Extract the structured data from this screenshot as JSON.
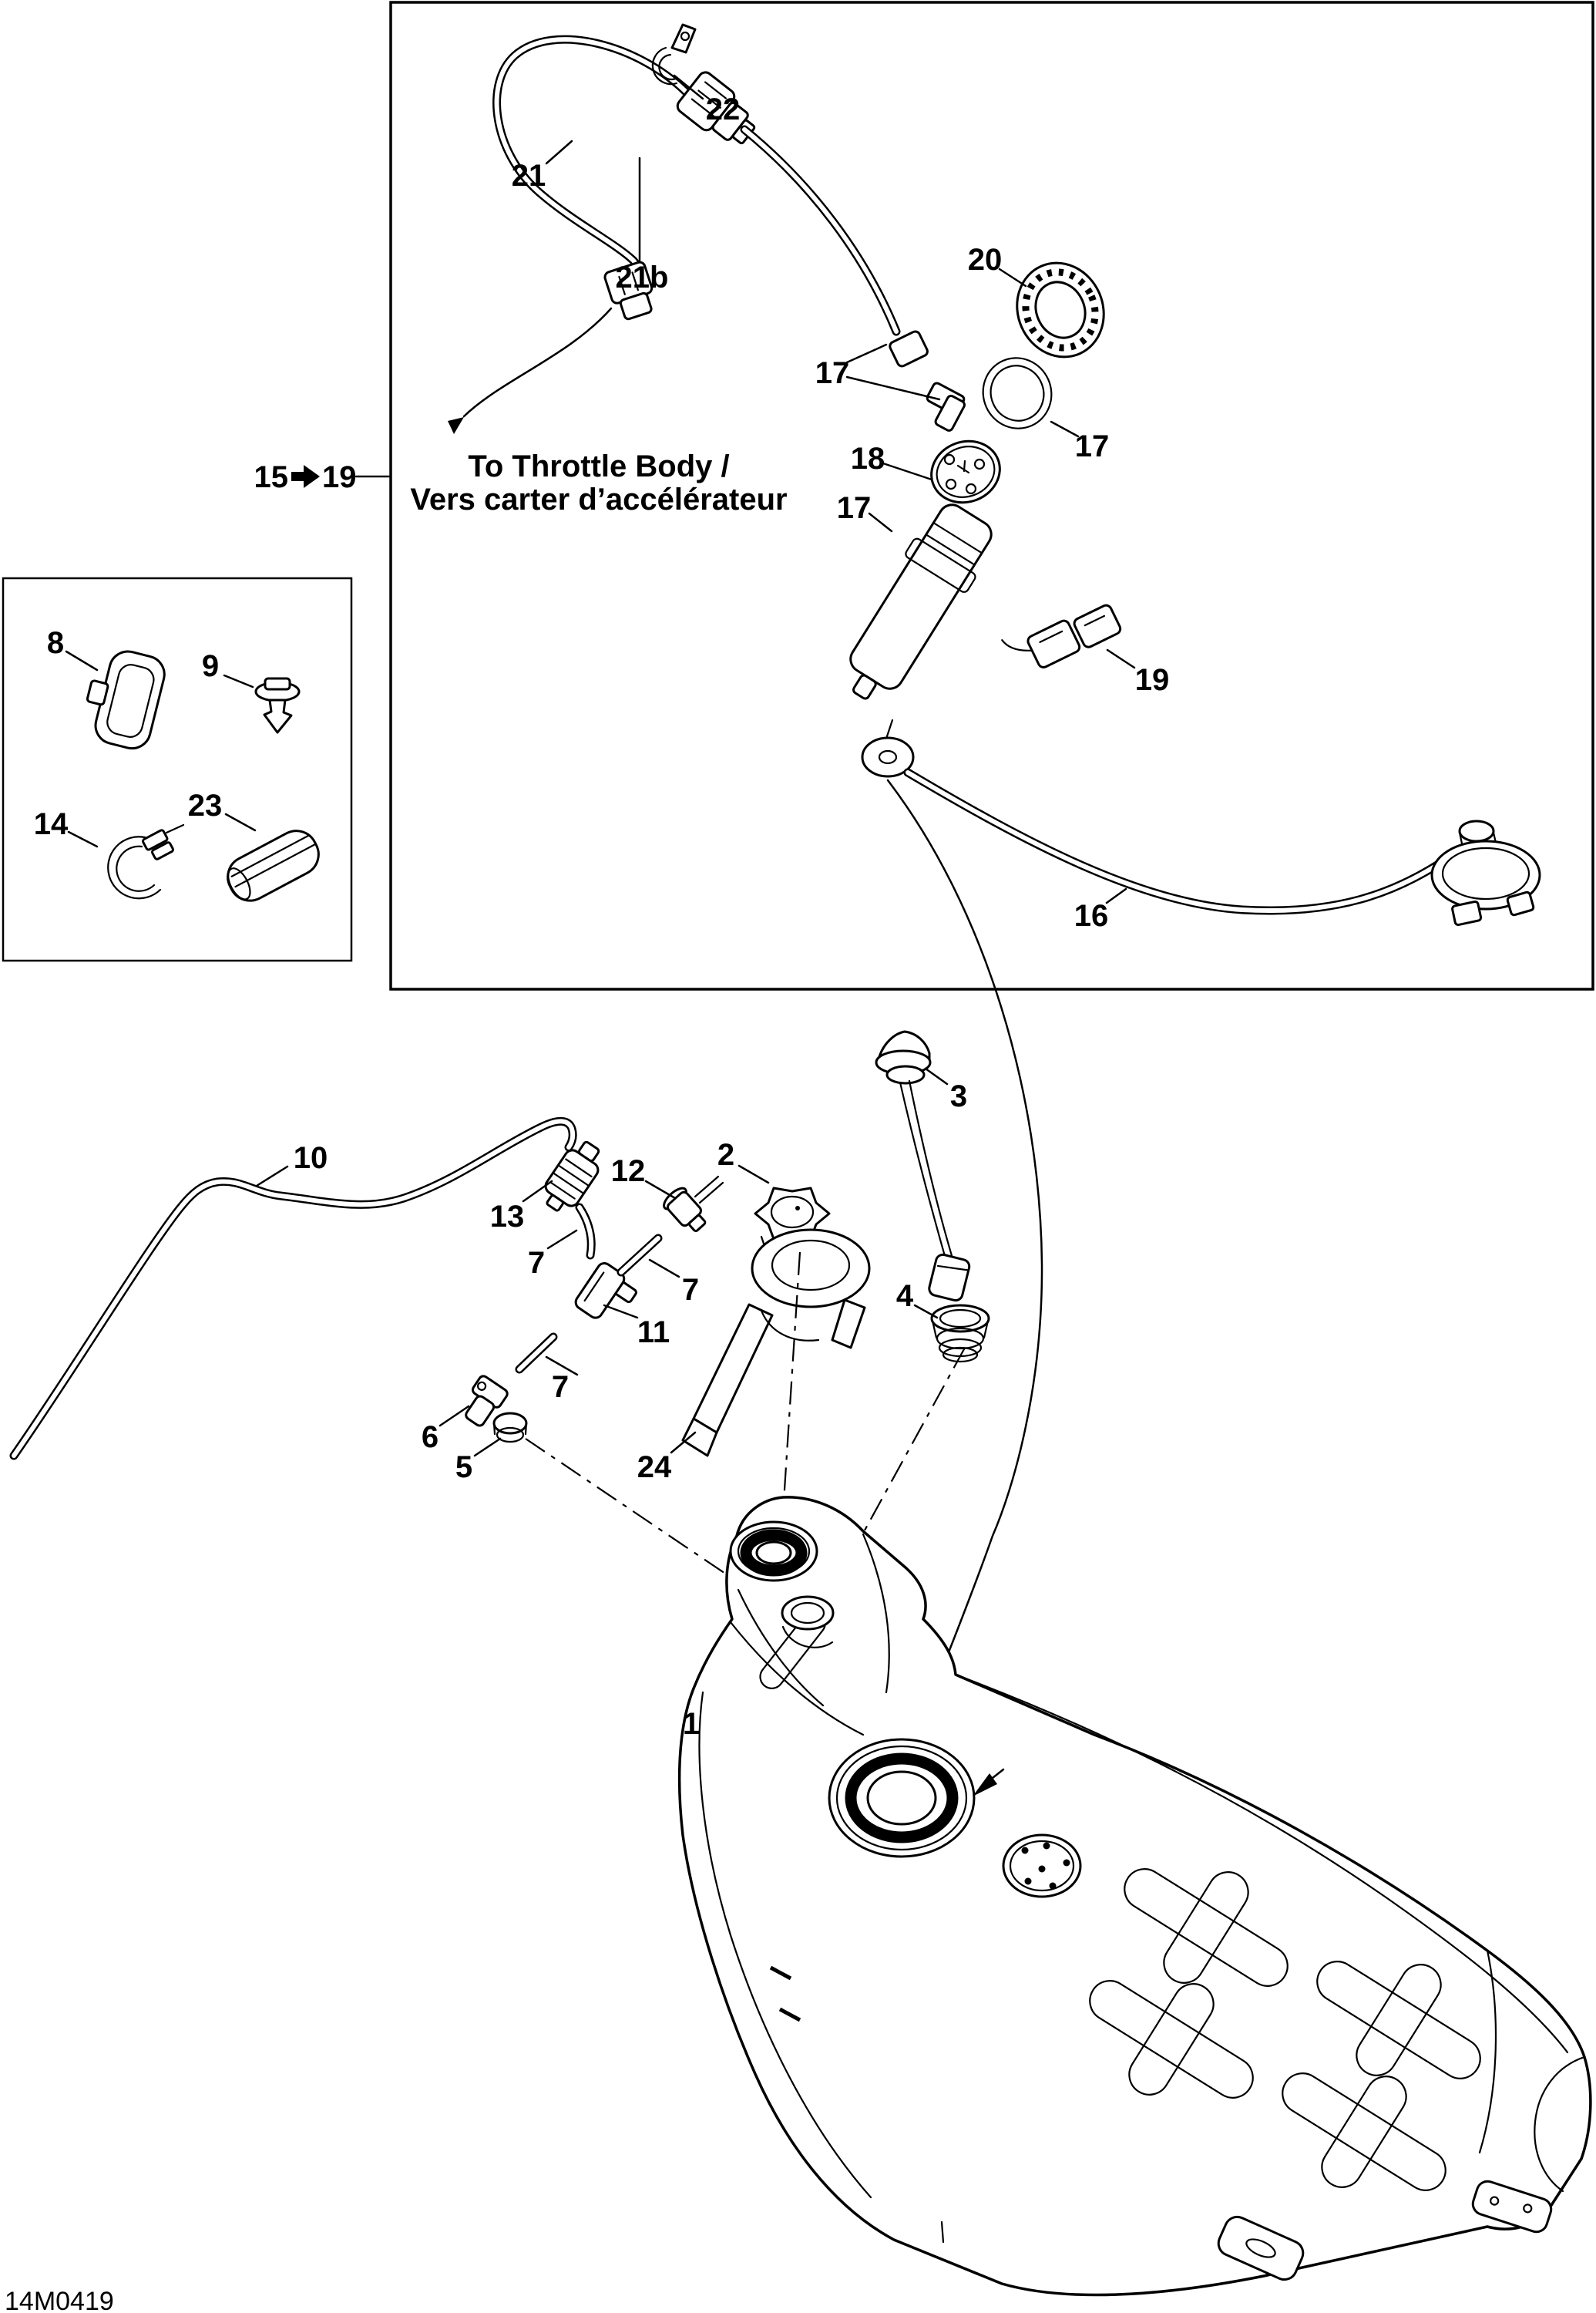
{
  "meta": {
    "drawing_number": "14M0419",
    "background_color": "#ffffff",
    "line_color": "#000000"
  },
  "annotations": {
    "throttle_note_line1": "To Throttle Body /",
    "throttle_note_line2": "Vers carter d’accélérateur",
    "cross_reference": {
      "from": "15",
      "to": "19"
    }
  },
  "callouts": {
    "c1": "1",
    "c2": "2",
    "c3": "3",
    "c4": "4",
    "c5": "5",
    "c6": "6",
    "c7a": "7",
    "c7b": "7",
    "c7c": "7",
    "c8": "8",
    "c9": "9",
    "c10": "10",
    "c11": "11",
    "c12": "12",
    "c13": "13",
    "c14": "14",
    "c16": "16",
    "c17a": "17",
    "c17b": "17",
    "c17c": "17",
    "c18": "18",
    "c19": "19",
    "c20": "20",
    "c21": "21",
    "c21b": "21b",
    "c22": "22",
    "c23": "23",
    "c24": "24"
  }
}
